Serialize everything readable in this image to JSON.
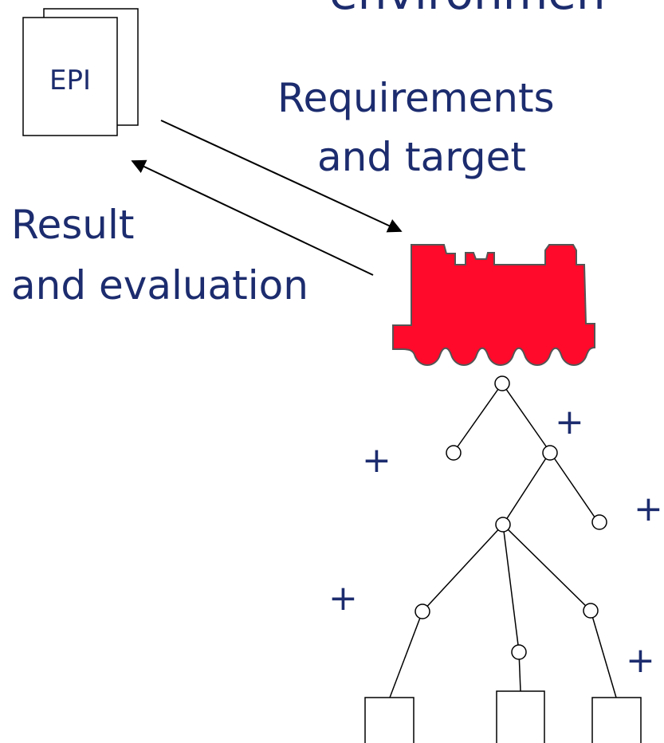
{
  "title_fragment": "environmen",
  "document_label": "EPI",
  "requirements_line1": "Requirements",
  "requirements_line2": "and target",
  "result_line1": "Result",
  "result_line2": "and evaluation",
  "plus_signs": [
    "+",
    "+",
    "+",
    "+",
    "+"
  ],
  "colors": {
    "text": "#1c2c6e",
    "train_fill": "#ff0a2a",
    "train_stroke": "#555555",
    "lines": "#000000"
  },
  "icons": {
    "document": "stacked-document-icon",
    "engine": "locomotive-icon"
  }
}
